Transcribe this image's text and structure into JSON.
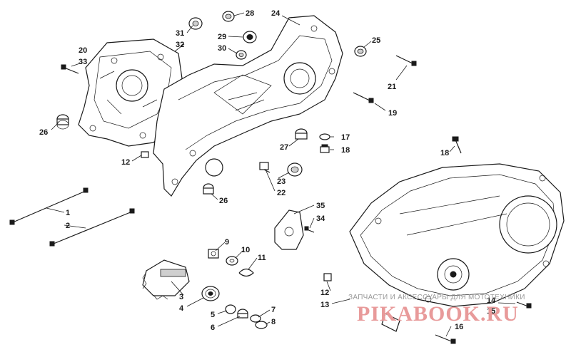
{
  "callouts": [
    "20",
    "33",
    "32",
    "31",
    "28",
    "29",
    "30",
    "24",
    "25",
    "21",
    "19",
    "26",
    "12",
    "27",
    "17",
    "18",
    "23",
    "22",
    "26",
    "18",
    "1",
    "2",
    "35",
    "34",
    "9",
    "10",
    "11",
    "3",
    "4",
    "5",
    "6",
    "7",
    "8",
    "12",
    "13",
    "14",
    "15",
    "16"
  ],
  "watermark": {
    "line": "ЗАПЧАСТИ И АКСЕССУАРЫ ДЛЯ МОТОТЕХНИКИ",
    "logo": "PIKABOOK.RU"
  },
  "colors": {
    "ink": "#1a1a1a",
    "watermark_text": "#9a9a9a",
    "watermark_logo": "#e89a9a"
  }
}
